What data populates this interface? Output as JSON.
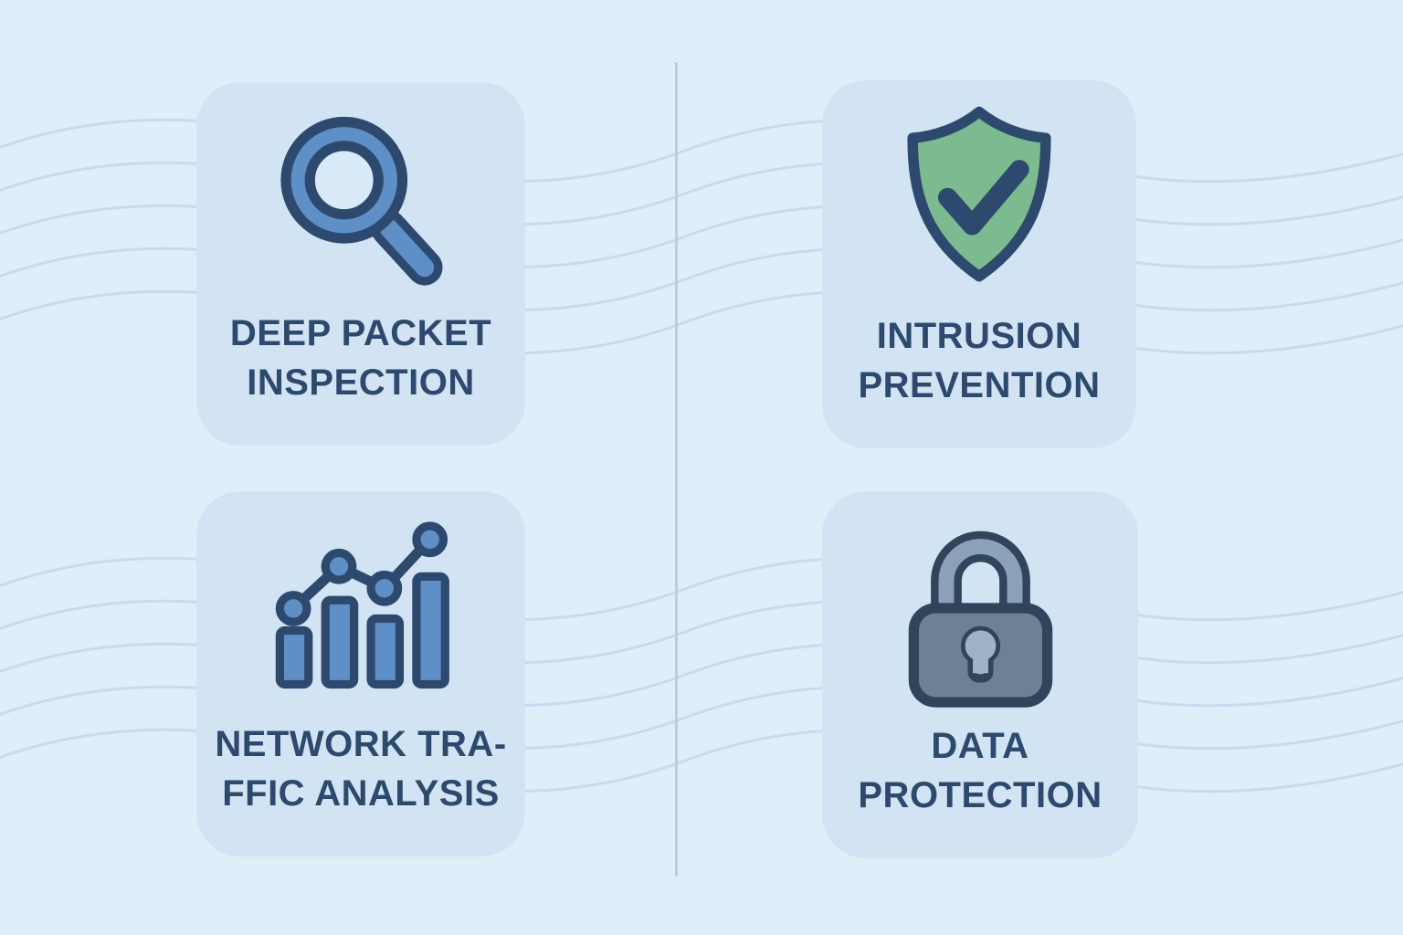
{
  "meta": {
    "background_color": "#e0eefa",
    "card_color": "#d2e4f4",
    "text_color": "#2d4a6e",
    "accent_blue": "#5e8fc7",
    "accent_green": "#7cba90",
    "lock_gray_blue": "#6e8095",
    "wave_line_color": "#c7dcee",
    "divider_color": "#b7cfe4"
  },
  "cards": [
    {
      "id": "deep-packet-inspection",
      "label": "DEEP PACKET\nINSPECTION",
      "icon": "magnifier-icon"
    },
    {
      "id": "intrusion-prevention",
      "label": "INTRUSION\nPREVENTION",
      "icon": "shield-check-icon"
    },
    {
      "id": "network-traffic-analysis",
      "label": "NETWORK TRA-\nFFIC ANALYSIS",
      "icon": "bar-chart-icon"
    },
    {
      "id": "data-protection",
      "label": "DATA\nPROTECTION",
      "icon": "padlock-icon"
    }
  ]
}
